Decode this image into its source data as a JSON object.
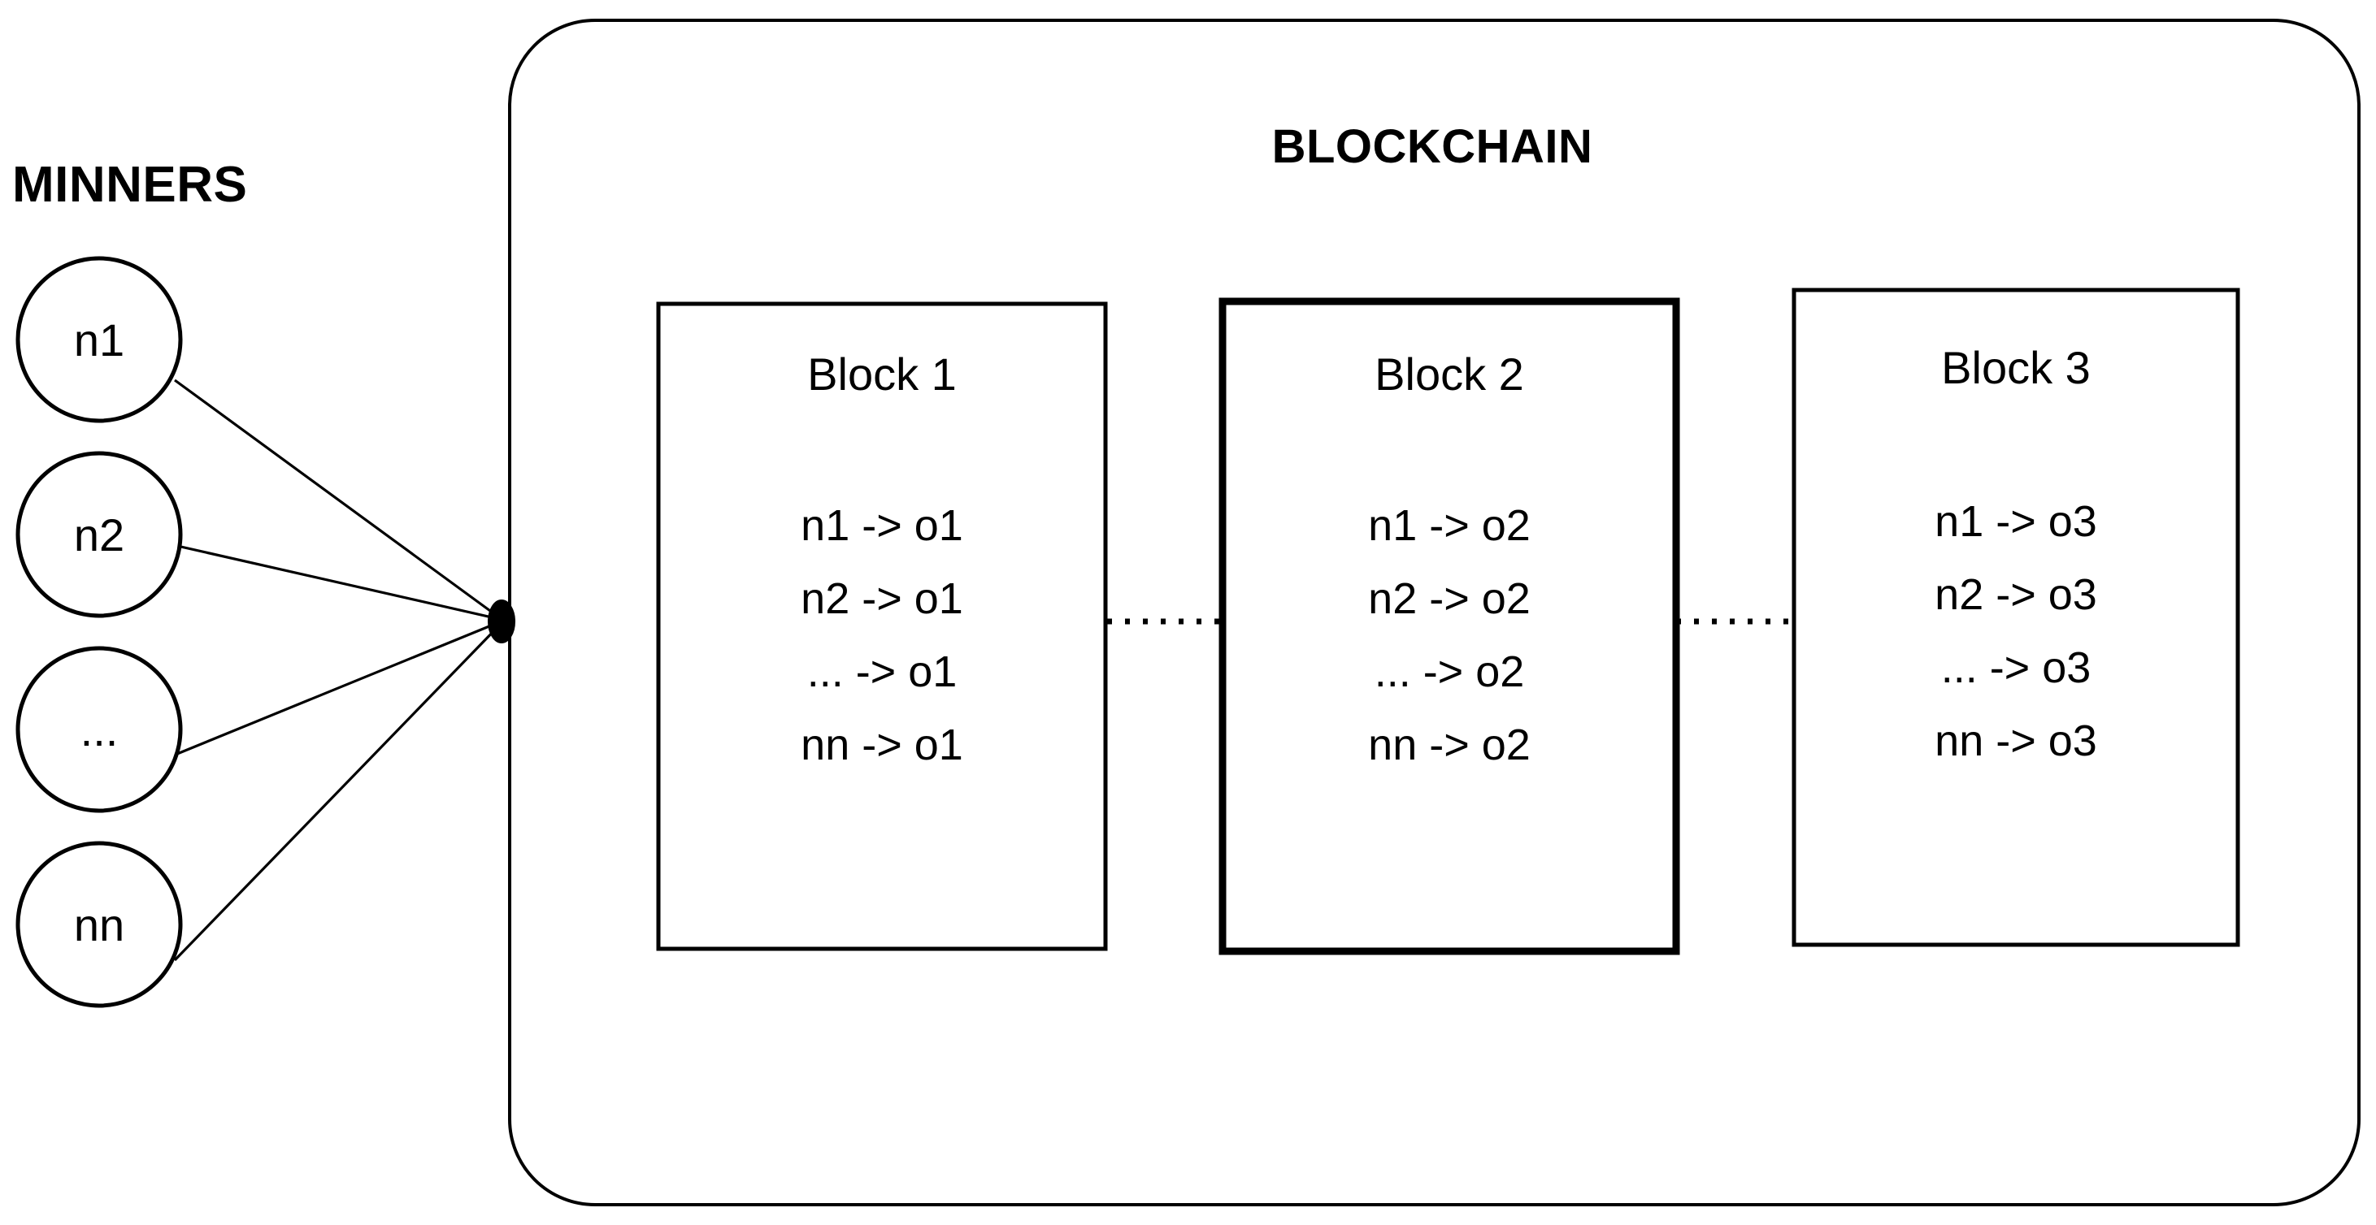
{
  "diagram": {
    "title_left": "MINNERS",
    "title_right": "BLOCKCHAIN",
    "miners": [
      {
        "label": "n1"
      },
      {
        "label": "n2"
      },
      {
        "label": "..."
      },
      {
        "label": "nn"
      }
    ],
    "blocks": [
      {
        "title": "Block 1",
        "emphasis": false,
        "transactions": [
          "n1 -> o1",
          "n2 -> o1",
          "... -> o1",
          "nn -> o1"
        ]
      },
      {
        "title": "Block 2",
        "emphasis": true,
        "transactions": [
          "n1 -> o2",
          "n2 -> o2",
          "... -> o2",
          "nn -> o2"
        ]
      },
      {
        "title": "Block 3",
        "emphasis": false,
        "transactions": [
          "n1 -> o3",
          "n2 -> o3",
          "... -> o3",
          "nn -> o3"
        ]
      }
    ],
    "connectors": {
      "miner_to_chain_style": "solid-converging",
      "block_to_block_style": "dotted"
    },
    "colors": {
      "stroke": "#000000",
      "background": "#ffffff",
      "text": "#000000"
    }
  }
}
